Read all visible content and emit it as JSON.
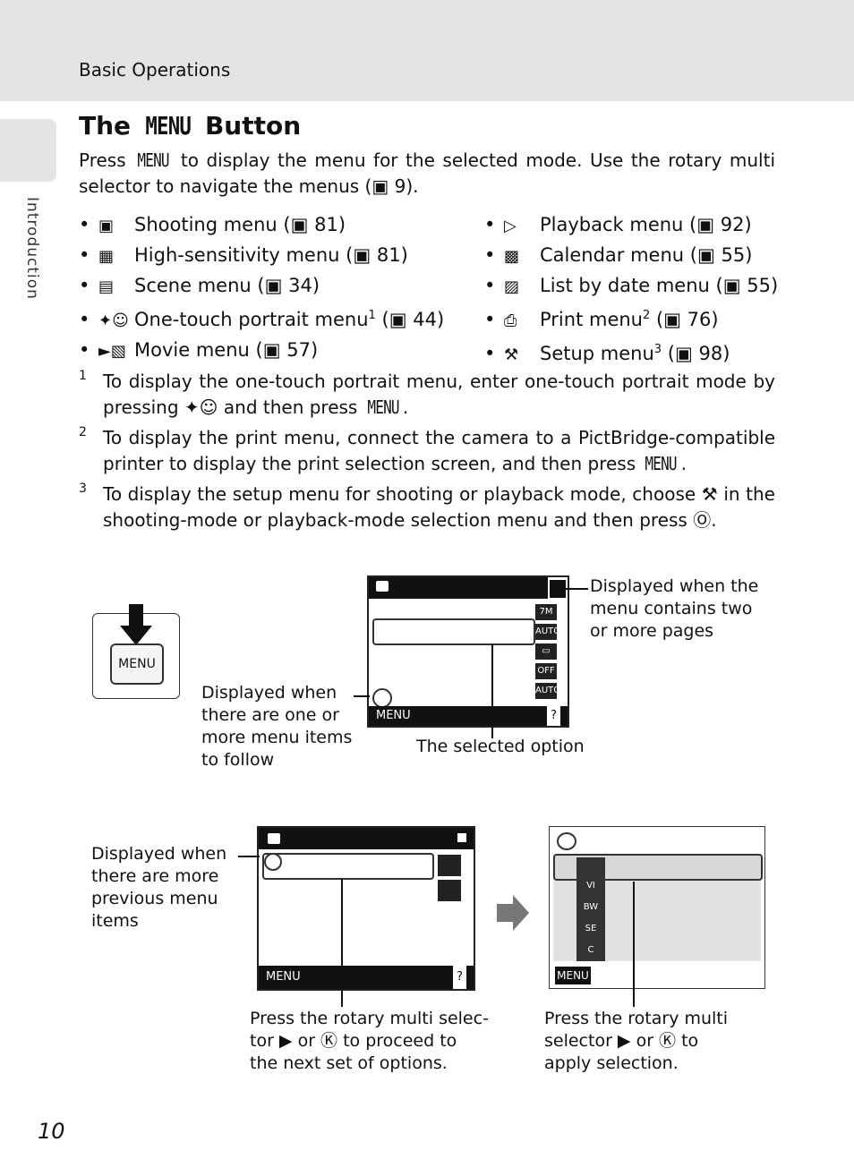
{
  "header": {
    "section": "Basic Operations",
    "sidebar": "Introduction"
  },
  "title": {
    "pre": "The ",
    "glyph": "MENU",
    "post": " Button"
  },
  "intro": {
    "a": "Press ",
    "glyph": "MENU",
    "b": " to display the menu for the selected mode. Use the rotary multi selector to navigate the menus (",
    "ref": "9",
    "c": ")."
  },
  "left_items": [
    {
      "icon": "camera-icon",
      "label": "Shooting menu",
      "sup": "",
      "page": "81"
    },
    {
      "icon": "high-sensitivity-icon",
      "label": "High-sensitivity menu",
      "sup": "",
      "page": "81"
    },
    {
      "icon": "scene-icon",
      "label": "Scene menu",
      "sup": "",
      "page": "34"
    },
    {
      "icon": "portrait-icon",
      "label": "One-touch portrait menu",
      "sup": "1",
      "page": "44"
    },
    {
      "icon": "movie-icon",
      "label": "Movie menu",
      "sup": "",
      "page": "57"
    }
  ],
  "right_items": [
    {
      "icon": "playback-icon",
      "label": "Playback menu",
      "sup": "",
      "page": "92"
    },
    {
      "icon": "calendar-icon",
      "label": "Calendar menu",
      "sup": "",
      "page": "55"
    },
    {
      "icon": "date-icon",
      "label": "List by date menu",
      "sup": "",
      "page": "55"
    },
    {
      "icon": "print-icon",
      "label": "Print menu",
      "sup": "2",
      "page": "76"
    },
    {
      "icon": "setup-icon",
      "label": "Setup menu",
      "sup": "3",
      "page": "98"
    }
  ],
  "footnotes": [
    {
      "n": "1",
      "a": "To display the one-touch portrait menu, enter one-touch portrait mode by pressing ",
      "b": " and then press ",
      "c": "."
    },
    {
      "n": "2",
      "a": "To display the print menu, connect the camera to a PictBridge-compatible printer to display the print selection screen, and then press ",
      "c": "."
    },
    {
      "n": "3",
      "a": "To display the setup menu for shooting or playback mode, choose ",
      "b": " in the shooting-mode or playback-mode selection menu and then press ",
      "c": "."
    }
  ],
  "menu_glyph": "MENU",
  "diagram1": {
    "button_label": "MENU",
    "cap_pages": [
      "Displayed when the",
      "menu contains two",
      "or more pages"
    ],
    "cap_follow": [
      "Displayed when",
      "there are one or",
      "more menu items",
      "to follow"
    ],
    "cap_selected": "The selected option",
    "right_icons": [
      "7M",
      "AUTO",
      "▭",
      "OFF",
      "AUTO"
    ],
    "bar_menu": "MENU",
    "bar_help": "?"
  },
  "diagram2": {
    "cap_prev": [
      "Displayed when",
      "there are more",
      "previous menu",
      "items"
    ],
    "cap_next": [
      "Press the rotary multi selec-",
      "tor ▶  or Ⓚ to proceed to",
      "the next set of options."
    ],
    "cap_apply": [
      "Press the rotary multi",
      "selector ▶  or Ⓚ to",
      "apply selection."
    ],
    "bar_menu": "MENU",
    "bar_help": "?",
    "sub_icons": [
      "VI",
      "BW",
      "SE",
      "C"
    ]
  },
  "page_number": "10"
}
